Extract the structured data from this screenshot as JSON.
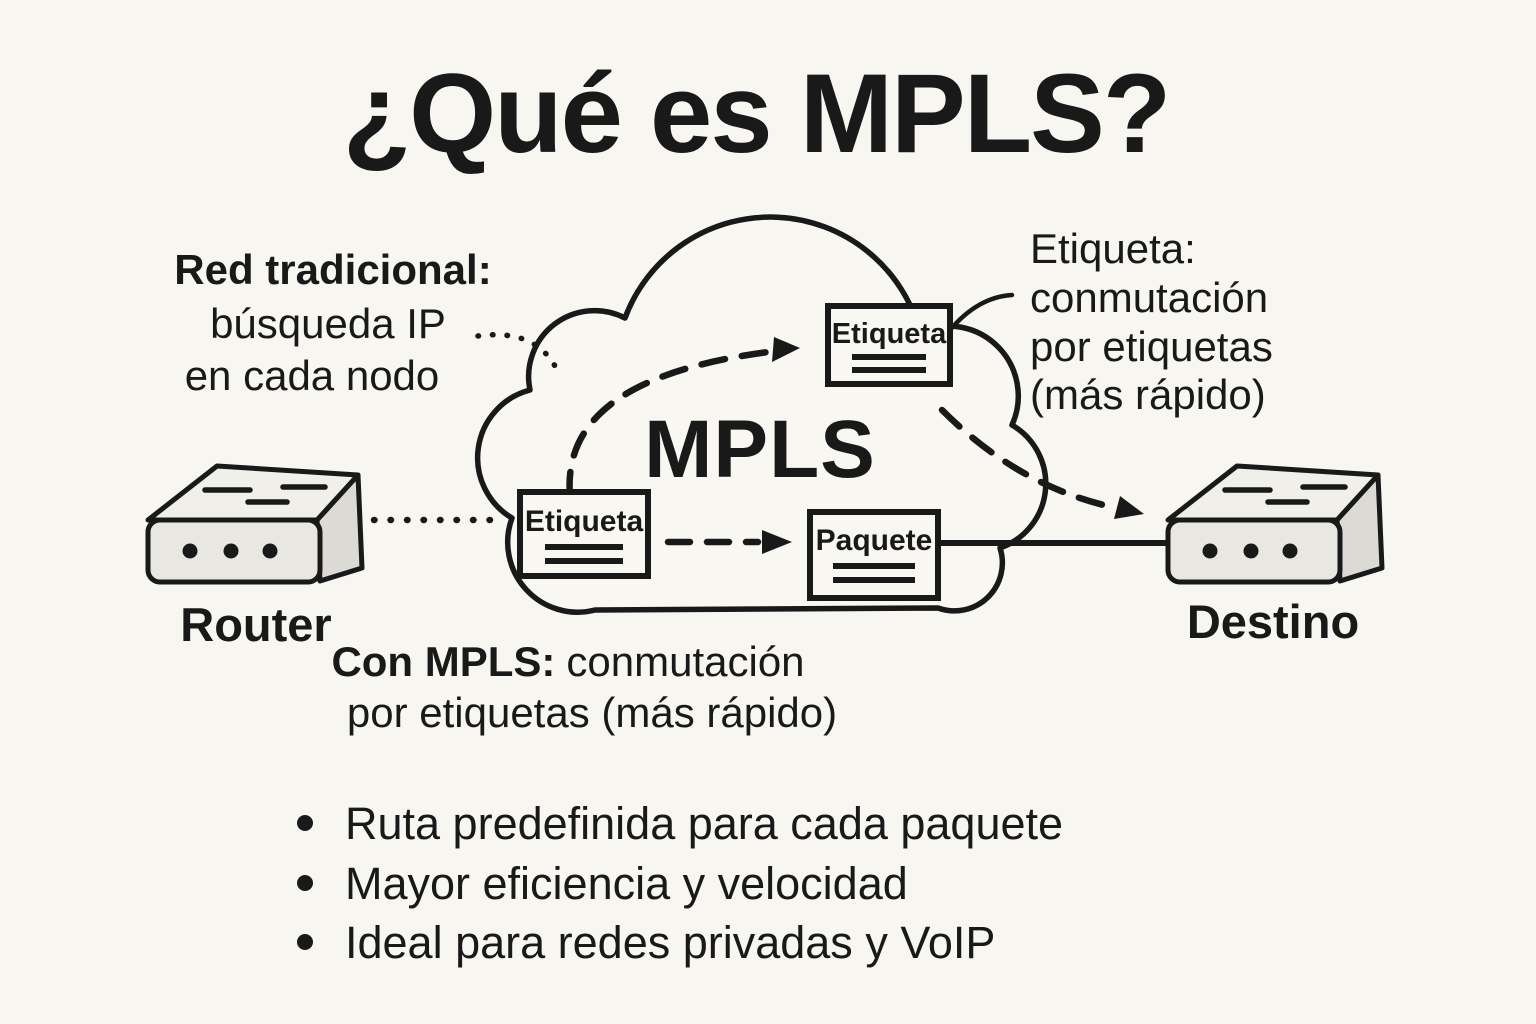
{
  "title": "¿Qué es MPLS?",
  "colors": {
    "background": "#f7f6f1",
    "ink": "#191919",
    "device_front": "#e9e7e1",
    "device_top": "#f0efe9",
    "device_side": "#dcdad4",
    "cloud_fill": "#f8f7f2"
  },
  "diagram": {
    "cloud_label": "MPLS",
    "traditional_note": [
      "Red tradicional:",
      "búsqueda IP",
      "en cada nodo"
    ],
    "etiqueta_note": [
      "Etiqueta:",
      "conmutación",
      "por etiquetas",
      "(más rápido)"
    ],
    "label_box_top": "Etiqueta",
    "label_box_left": "Etiqueta",
    "packet_box": "Paquete",
    "router_label": "Router",
    "destination_label": "Destino"
  },
  "caption": {
    "lead": "Con MPLS:",
    "line1_rest": "conmutación",
    "line2": "por etiquetas (más rápido)"
  },
  "bullets": [
    "Ruta predefinida para cada paquete",
    "Mayor eficiencia y velocidad",
    "Ideal para redes privadas y VoIP"
  ]
}
